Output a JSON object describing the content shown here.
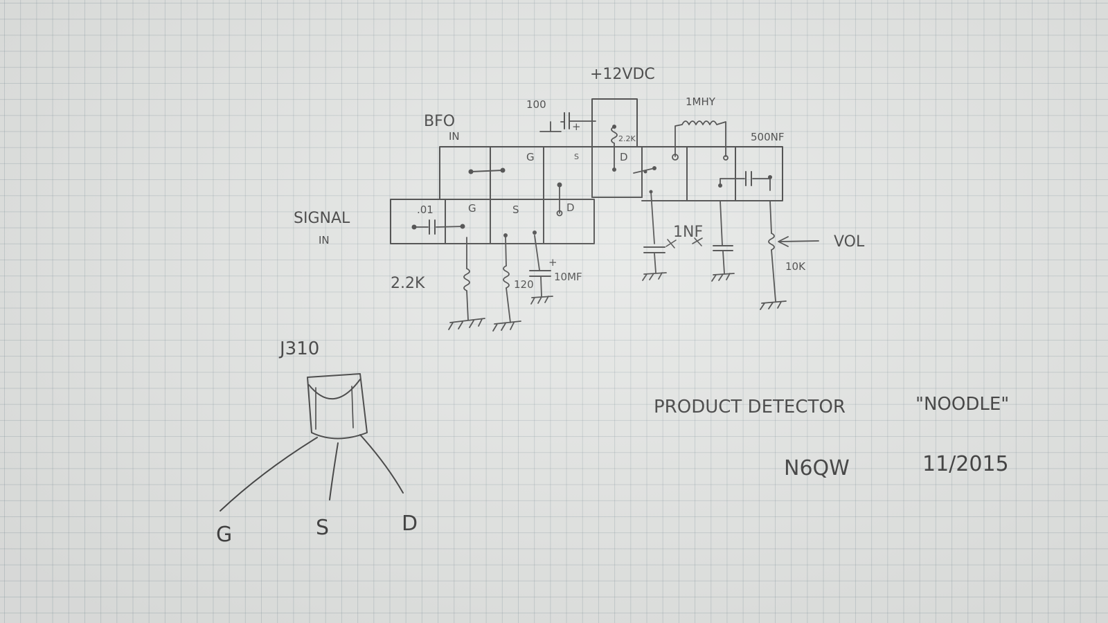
{
  "schematic": {
    "bfo": "BFO",
    "bfo_in": "IN",
    "signal": "SIGNAL",
    "signal_in": "IN",
    "cap_100": "100",
    "supply": "+12VDC",
    "inductor": "1MHY",
    "cap_500": "500NF",
    "r_2k2_drain": "2.2K",
    "pin_g_top": "G",
    "pin_s_top": "S",
    "pin_d_top": "D",
    "cap_01": ".01",
    "pin_g_bottom": "G",
    "pin_s_bottom": "S",
    "pin_d_bottom": "D",
    "r_2k2_gate": "2.2K",
    "r_120": "120",
    "cap_10": "10MF",
    "cap_1nf": "1NF",
    "pot_10k": "10K",
    "vol": "VOL",
    "plus_a": "+",
    "plus_b": "+"
  },
  "transistor": {
    "part": "J310",
    "lead_g": "G",
    "lead_s": "S",
    "lead_d": "D"
  },
  "caption": {
    "title": "PRODUCT DETECTOR",
    "nickname": "\"NOODLE\"",
    "callsign": "N6QW",
    "date": "11/2015"
  }
}
